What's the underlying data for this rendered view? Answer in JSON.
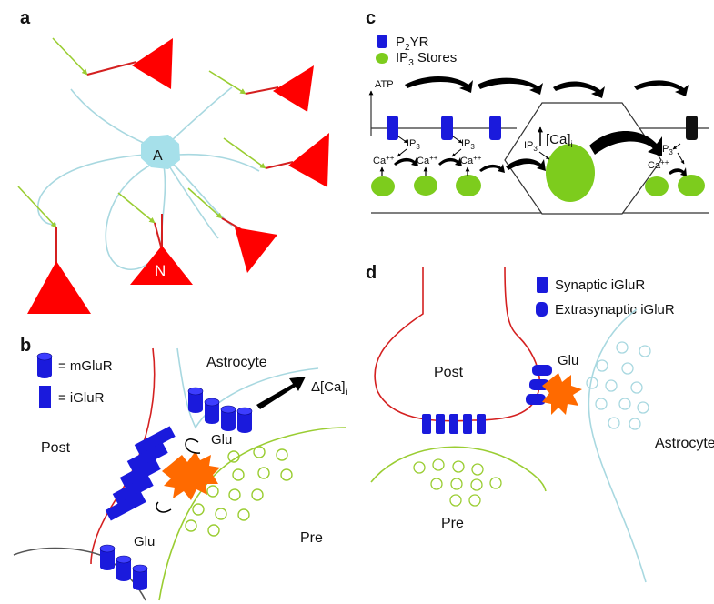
{
  "panels": {
    "a": {
      "label": "a",
      "astrocyte": "A",
      "neuron": "N"
    },
    "b": {
      "label": "b",
      "legend": {
        "mglur": "= mGluR",
        "iglur": "= iGluR"
      },
      "astrocyte": "Astrocyte",
      "delta_ca": "Δ[Ca]",
      "delta_ca_sub": "i",
      "glu_top": "Glu",
      "glu_bottom": "Glu",
      "post": "Post",
      "pre": "Pre"
    },
    "c": {
      "label": "c",
      "legend": {
        "p2yr_main": "P",
        "p2yr_sub": "2",
        "p2yr_tail": "YR",
        "ip3_main": "IP",
        "ip3_sub": "3",
        "ip3_tail": " Stores"
      },
      "atp": "ATP",
      "ca_i": "[Ca]",
      "ca_i_sub": "i",
      "ip3": "IP",
      "ip3_sub": "3",
      "ca": "Ca",
      "ca_sup": "++"
    },
    "d": {
      "label": "d",
      "legend": {
        "synaptic": "Synaptic iGluR",
        "extrasynaptic": "Extrasynaptic iGluR"
      },
      "post": "Post",
      "glu": "Glu",
      "astrocyte": "Astrocyte",
      "pre": "Pre"
    }
  },
  "colors": {
    "neuron": "#ff0000",
    "dendrite": "#d42020",
    "axon": "#9acd32",
    "astro_process": "#a8d8e0",
    "astro_body": "#a6e0ea",
    "receptor": "#1a1adc",
    "store": "#7dcc1d",
    "glu_release": "#ff6a00"
  }
}
